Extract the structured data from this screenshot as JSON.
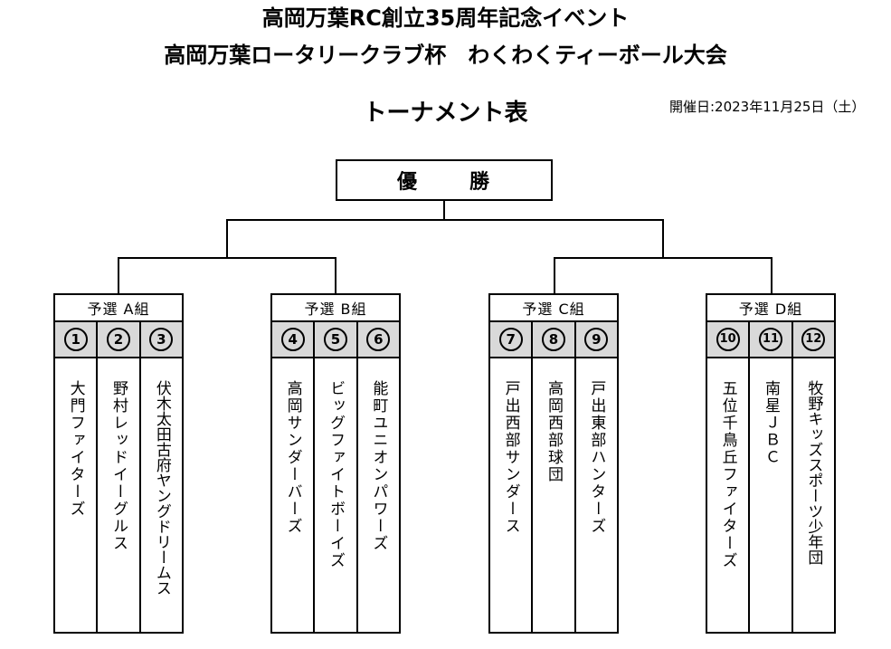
{
  "header": {
    "title_line1": "高岡万葉RC創立35周年記念イベント",
    "title_line2": "高岡万葉ロータリークラブ杯　わくわくティーボール大会",
    "subtitle": "トーナメント表",
    "date": "開催日:2023年11月25日（土）"
  },
  "winner": {
    "char1": "優",
    "char2": "勝"
  },
  "groups": [
    {
      "label": "予選 A組",
      "teams": [
        {
          "num": "1",
          "name": "大門ファイターズ"
        },
        {
          "num": "2",
          "name": "野村レッドイーグルス"
        },
        {
          "num": "3",
          "name": "伏木太田古府ヤングドリームス"
        }
      ]
    },
    {
      "label": "予選 B組",
      "teams": [
        {
          "num": "4",
          "name": "高岡サンダーバーズ"
        },
        {
          "num": "5",
          "name": "ビッグファイトボーイズ"
        },
        {
          "num": "6",
          "name": "能町ユニオンパワーズ"
        }
      ]
    },
    {
      "label": "予選 C組",
      "teams": [
        {
          "num": "7",
          "name": "戸出西部サンダース"
        },
        {
          "num": "8",
          "name": "高岡西部球団"
        },
        {
          "num": "9",
          "name": "戸出東部ハンターズ"
        }
      ]
    },
    {
      "label": "予選 D組",
      "teams": [
        {
          "num": "10",
          "name": "五位千鳥丘ファイターズ"
        },
        {
          "num": "11",
          "name": "南星ＪＢＣ"
        },
        {
          "num": "12",
          "name": "牧野キッズスポーツ少年団"
        }
      ]
    }
  ]
}
